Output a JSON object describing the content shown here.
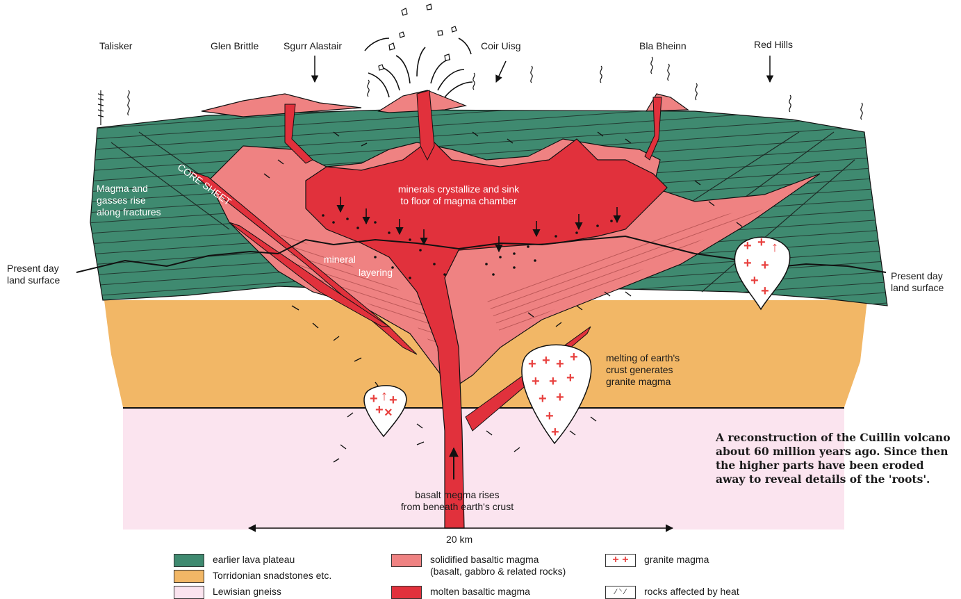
{
  "colors": {
    "lava_plateau": "#3f8a70",
    "torridonian": "#f2b766",
    "lewisian": "#fbe4ef",
    "solidified": "#ef8282",
    "molten": "#e1313c",
    "granite_cross": "#e8413f"
  },
  "place_names": {
    "talisker": "Talisker",
    "glen_brittle": "Glen Brittle",
    "sgurr_alastair": "Sgurr Alastair",
    "coir_uisg": "Coir Uisg",
    "bla_bheinn": "Bla Bheinn",
    "red_hills": "Red Hills"
  },
  "labels": {
    "core_sheet": "CORE SHEET",
    "magma_rise": [
      "Magma and",
      "gasses rise",
      "along fractures"
    ],
    "minerals": [
      "minerals crystallize and sink",
      "to floor of magma chamber"
    ],
    "mineral_layering": [
      "mineral",
      "layering"
    ],
    "present_day_left": [
      "Present day",
      "land surface"
    ],
    "present_day_right": [
      "Present day",
      "land surface"
    ],
    "melting": [
      "melting of earth's",
      "crust generates",
      "granite magma"
    ],
    "basalt_rises": [
      "basalt megma rises",
      "from beneath earth's crust"
    ],
    "scale": "20 km"
  },
  "caption": [
    "A reconstruction of the Cuillin volcano",
    "about 60 million years ago. Since then",
    "the higher parts have been eroded",
    "away to reveal details of the 'roots'."
  ],
  "legend": [
    {
      "key": "lava",
      "lines": [
        "earlier lava plateau"
      ]
    },
    {
      "key": "torridonian",
      "lines": [
        "Torridonian snadstones etc."
      ]
    },
    {
      "key": "lewisian",
      "lines": [
        "Lewisian gneiss"
      ]
    },
    {
      "key": "solidified",
      "lines": [
        "solidified basaltic magma",
        "(basalt, gabbro & related rocks)"
      ]
    },
    {
      "key": "molten",
      "lines": [
        "molten basaltic magma"
      ]
    },
    {
      "key": "granite",
      "lines": [
        "granite magma"
      ]
    },
    {
      "key": "heat",
      "lines": [
        "rocks affected by heat"
      ]
    }
  ]
}
